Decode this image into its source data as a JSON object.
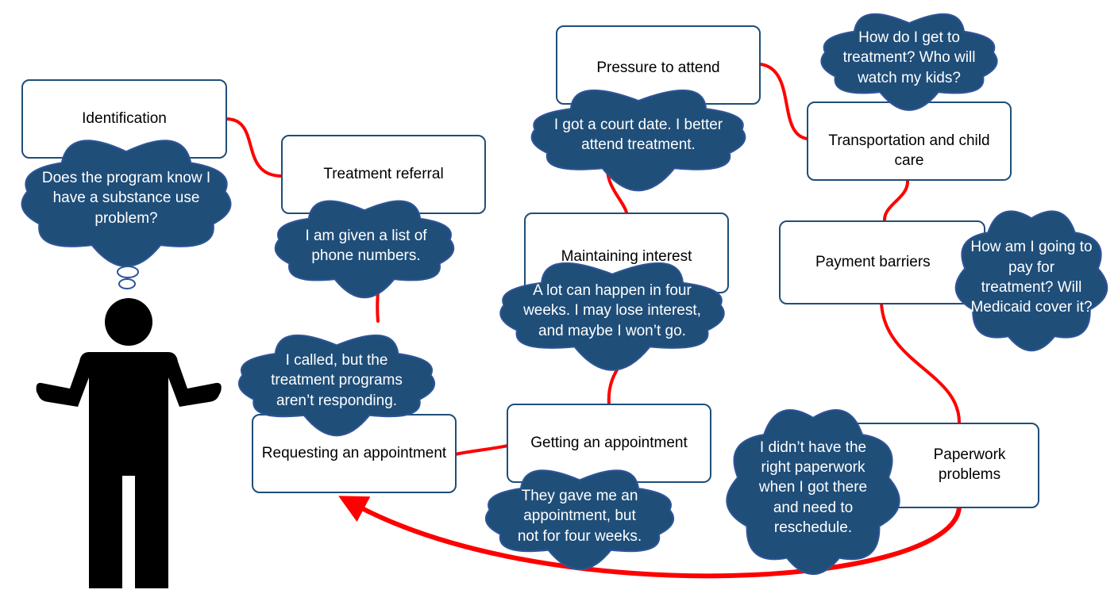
{
  "colors": {
    "box_border": "#1f4e79",
    "cloud_fill": "#1f4e79",
    "cloud_stroke": "#2f5597",
    "connector": "#ff0000",
    "person": "#000000"
  },
  "steps": [
    {
      "id": "identification",
      "label": "Identification"
    },
    {
      "id": "treatment-referral",
      "label": "Treatment referral"
    },
    {
      "id": "requesting-appointment",
      "label": "Requesting an appointment"
    },
    {
      "id": "getting-appointment",
      "label": "Getting an appointment"
    },
    {
      "id": "maintaining-interest",
      "label": "Maintaining interest"
    },
    {
      "id": "pressure-to-attend",
      "label": "Pressure to attend"
    },
    {
      "id": "transportation-child-care",
      "label": "Transportation and child care"
    },
    {
      "id": "payment-barriers",
      "label": "Payment barriers"
    },
    {
      "id": "paperwork-problems",
      "label": "Paperwork problems"
    }
  ],
  "thoughts": [
    {
      "id": "identification",
      "text": "Does the program know I have a substance use problem?"
    },
    {
      "id": "treatment-referral",
      "text": "I am given a list of phone numbers."
    },
    {
      "id": "requesting-appointment",
      "text": "I called, but the treatment programs aren’t responding."
    },
    {
      "id": "getting-appointment",
      "text": "They gave me an appointment, but not for four weeks."
    },
    {
      "id": "maintaining-interest",
      "text": "A lot can happen in four weeks. I may lose interest, and maybe I won’t go."
    },
    {
      "id": "pressure-to-attend",
      "text": "I got a court date. I better attend treatment."
    },
    {
      "id": "transportation-child-care",
      "text": "How do I get to treatment? Who will watch my kids?"
    },
    {
      "id": "payment-barriers",
      "text": "How am I going to pay for treatment? Will Medicaid cover it?"
    },
    {
      "id": "paperwork-problems",
      "text": "I didn’t have the right paperwork when I got there and need to reschedule."
    }
  ],
  "icons": {
    "person": "person-shrugging-icon",
    "return_arrow": "return-arrow-icon"
  }
}
